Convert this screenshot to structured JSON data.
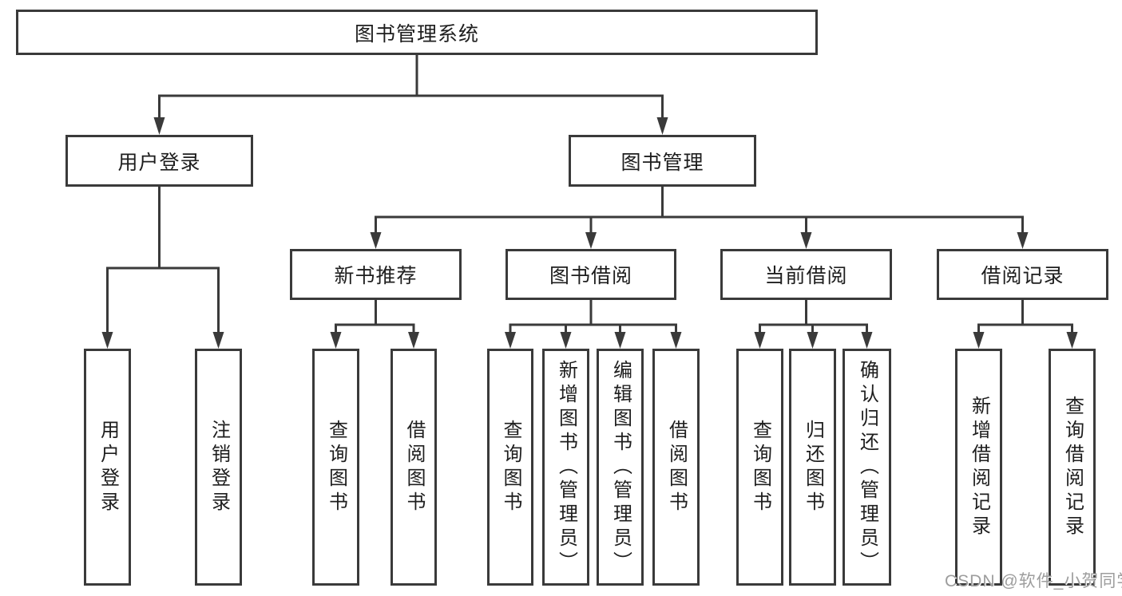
{
  "nodes": {
    "root": {
      "label": "图书管理系统"
    },
    "level2": [
      {
        "label": "用户登录",
        "parent": "图书管理系统"
      },
      {
        "label": "图书管理",
        "parent": "图书管理系统"
      }
    ],
    "level3": [
      {
        "label": "新书推荐",
        "parent": "图书管理"
      },
      {
        "label": "图书借阅",
        "parent": "图书管理"
      },
      {
        "label": "当前借阅",
        "parent": "图书管理"
      },
      {
        "label": "借阅记录",
        "parent": "图书管理"
      }
    ],
    "leaves": [
      {
        "label": "用户登录",
        "parent": "用户登录"
      },
      {
        "label": "注销登录",
        "parent": "用户登录"
      },
      {
        "label": "查询图书",
        "parent": "新书推荐"
      },
      {
        "label": "借阅图书",
        "parent": "新书推荐"
      },
      {
        "label": "查询图书",
        "parent": "图书借阅"
      },
      {
        "label": "新增图书（管理员）",
        "parent": "图书借阅"
      },
      {
        "label": "编辑图书（管理员）",
        "parent": "图书借阅"
      },
      {
        "label": "借阅图书",
        "parent": "图书借阅"
      },
      {
        "label": "查询图书",
        "parent": "当前借阅"
      },
      {
        "label": "归还图书",
        "parent": "当前借阅"
      },
      {
        "label": "确认归还（管理员）",
        "parent": "当前借阅"
      },
      {
        "label": "新增借阅记录",
        "parent": "借阅记录"
      },
      {
        "label": "查询借阅记录",
        "parent": "借阅记录"
      }
    ]
  },
  "watermark": {
    "text": "CSDN @软件_小贺同学"
  },
  "colors": {
    "line": "#3a3a3a",
    "text": "#1e1e1e",
    "background": "#ffffff",
    "watermark": "#9d9d9d"
  }
}
